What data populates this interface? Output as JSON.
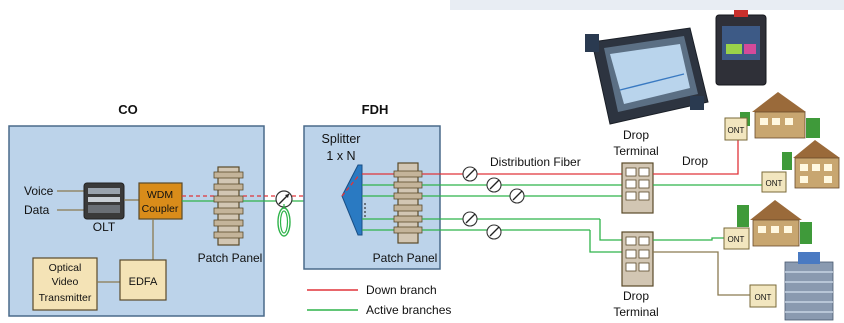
{
  "title": "",
  "sections": {
    "co": "CO",
    "fdh": "FDH"
  },
  "inputs": {
    "voice": "Voice",
    "data": "Data"
  },
  "devices": {
    "olt": "OLT",
    "wdm_line1": "WDM",
    "wdm_line2": "Coupler",
    "edfa": "EDFA",
    "tx_line1": "Optical",
    "tx_line2": "Video",
    "tx_line3": "Transmitter",
    "patch_panel_co": "Patch Panel",
    "splitter_line1": "Splitter",
    "splitter_line2": "1 x N",
    "patch_panel_fdh": "Patch Panel"
  },
  "labels": {
    "distribution_fiber": "Distribution Fiber",
    "drop": "Drop",
    "drop_terminal_top_line1": "Drop",
    "drop_terminal_top_line2": "Terminal",
    "drop_terminal_bottom_line1": "Drop",
    "drop_terminal_bottom_line2": "Terminal"
  },
  "ont_labels": [
    "ONT",
    "ONT",
    "ONT",
    "ONT"
  ],
  "legend": [
    {
      "label": "Down branch",
      "color": "#e0343a"
    },
    {
      "label": "Active branches",
      "color": "#2fb34a"
    }
  ],
  "colors": {
    "box_fill": "#bcd3ea",
    "box_stroke": "#4a6a8a",
    "device_fill": "#f4e3b6",
    "device_stroke": "#5a4a2a",
    "wdm_fill": "#d98c1a",
    "terminal_fill": "#d2c6b3",
    "splitter": "#2a7ac2",
    "down_branch": "#e0343a",
    "active_branch": "#2fb34a",
    "copper": "#8a7a50"
  }
}
